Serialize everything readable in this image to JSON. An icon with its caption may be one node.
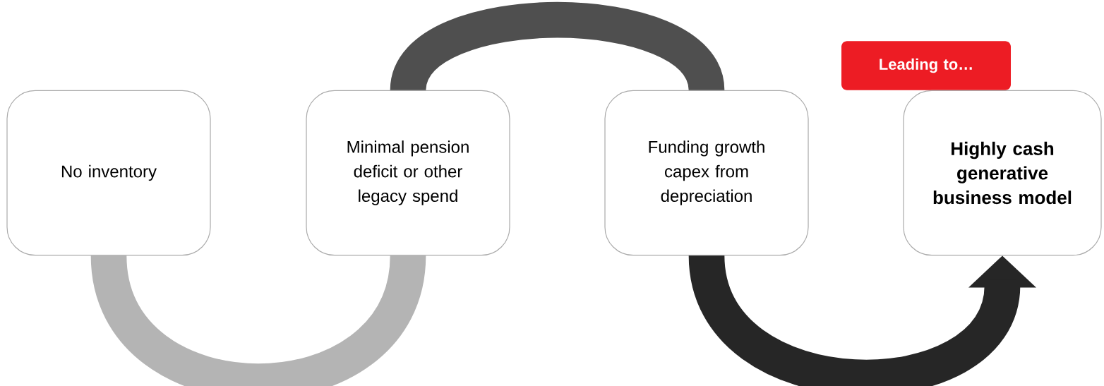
{
  "diagram": {
    "nodes": [
      {
        "text": [
          "No inventory"
        ]
      },
      {
        "text": [
          "Minimal pension deficit or other legacy spend"
        ]
      },
      {
        "text": [
          "Funding growth capex from depreciation"
        ]
      },
      {
        "text": [
          "Leading to…"
        ]
      },
      {
        "text": [
          "Highly cash generative business model"
        ]
      }
    ],
    "edges": [
      {
        "from": 0,
        "to": 1,
        "arrow": "none",
        "color": "#b4b4b4"
      },
      {
        "from": 1,
        "to": 2,
        "arrow": "none",
        "color": "#4f4f4f"
      },
      {
        "from": 2,
        "to": 4,
        "arrow": "to",
        "color": "#262626"
      }
    ]
  }
}
